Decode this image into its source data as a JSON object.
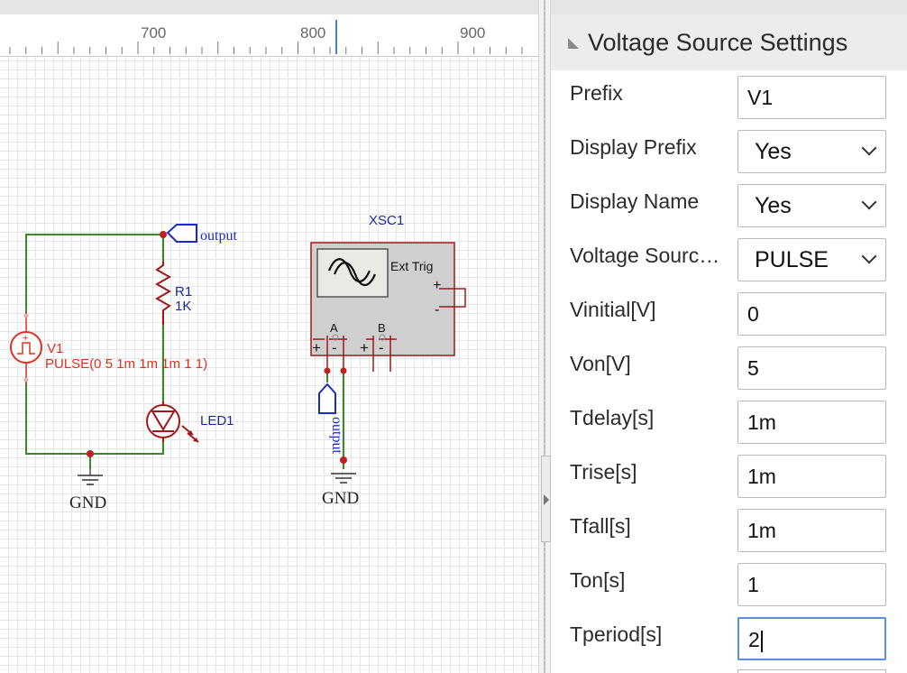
{
  "ruler": {
    "labels": [
      "700",
      "800",
      "900"
    ]
  },
  "schematic": {
    "output_label_1": "output",
    "output_label_2": "output",
    "resistor": {
      "name": "R1",
      "value": "1K"
    },
    "source": {
      "name": "V1",
      "spec": "PULSE(0 5 1m 1m 1m 1 1)"
    },
    "led": {
      "name": "LED1"
    },
    "gnd_1": "GND",
    "gnd_2": "GND",
    "scope": {
      "name": "XSC1",
      "ext_trig": "Ext Trig",
      "channel_a": "A",
      "channel_b": "B",
      "plus": "+",
      "minus": "-"
    }
  },
  "panel": {
    "title": "Voltage Source Settings",
    "fields": [
      {
        "label": "Prefix",
        "value": "V1",
        "type": "input"
      },
      {
        "label": "Display Prefix",
        "value": "Yes",
        "type": "select"
      },
      {
        "label": "Display Name",
        "value": "Yes",
        "type": "select"
      },
      {
        "label": "Voltage Sourc…",
        "value": "PULSE",
        "type": "select"
      },
      {
        "label": "Vinitial[V]",
        "value": "0",
        "type": "input"
      },
      {
        "label": "Von[V]",
        "value": "5",
        "type": "input"
      },
      {
        "label": "Tdelay[s]",
        "value": "1m",
        "type": "input"
      },
      {
        "label": "Trise[s]",
        "value": "1m",
        "type": "input"
      },
      {
        "label": "Tfall[s]",
        "value": "1m",
        "type": "input"
      },
      {
        "label": "Ton[s]",
        "value": "1",
        "type": "input"
      },
      {
        "label": "Tperiod[s]",
        "value": "2",
        "type": "input"
      }
    ]
  },
  "colors": {
    "wire": "#3a8a2a",
    "component": "#a01818",
    "source": "#e03020",
    "label_blue": "#1a2ad0",
    "node": "#c02020",
    "accent": "#5b8fd8"
  }
}
